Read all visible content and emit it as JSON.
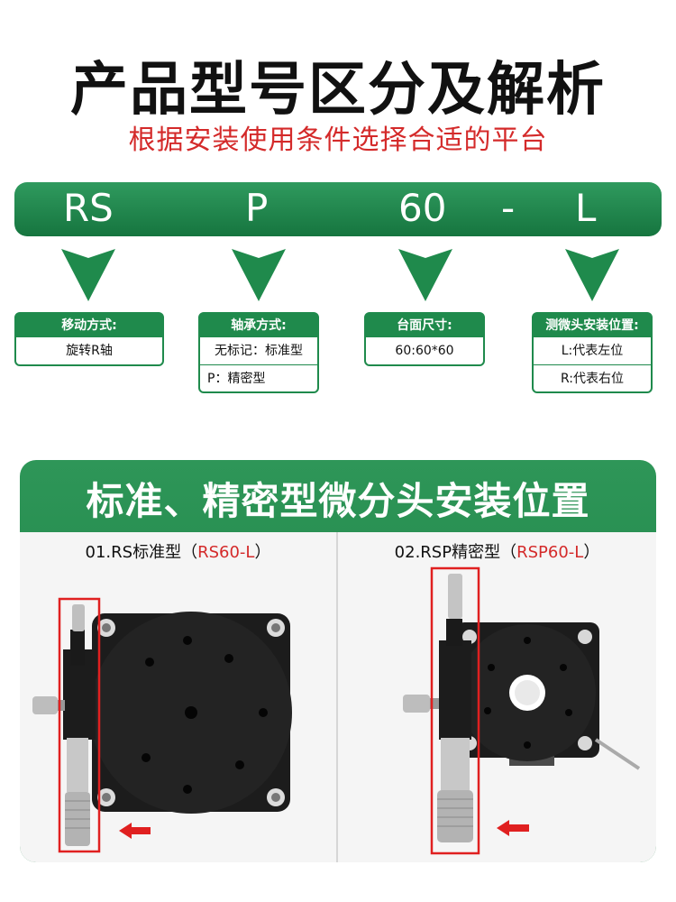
{
  "header": {
    "title": "产品型号区分及解析",
    "subtitle": "根据安装使用条件选择合适的平台"
  },
  "code": {
    "segments": [
      "RS",
      "P",
      "60",
      "-",
      "L"
    ]
  },
  "boxes": [
    {
      "title": "移动方式:",
      "rows": [
        "旋转R轴"
      ]
    },
    {
      "title": "轴承方式:",
      "rows": [
        "无标记：标准型",
        "P：精密型"
      ]
    },
    {
      "title": "台面尺寸:",
      "rows": [
        "60:60*60"
      ]
    },
    {
      "title": "测微头安装位置:",
      "rows": [
        "L:代表左位",
        "R:代表右位"
      ]
    }
  ],
  "install": {
    "title": "标准、精密型微分头安装位置",
    "left": {
      "prefix": "01.RS标准型（",
      "code": "RS60-L",
      "suffix": "）"
    },
    "right": {
      "prefix": "02.RSP精密型（",
      "code": "RSP60-L",
      "suffix": "）"
    }
  },
  "colors": {
    "green": "#1f8a4c",
    "red": "#d42a2a",
    "dark": "#111111"
  }
}
